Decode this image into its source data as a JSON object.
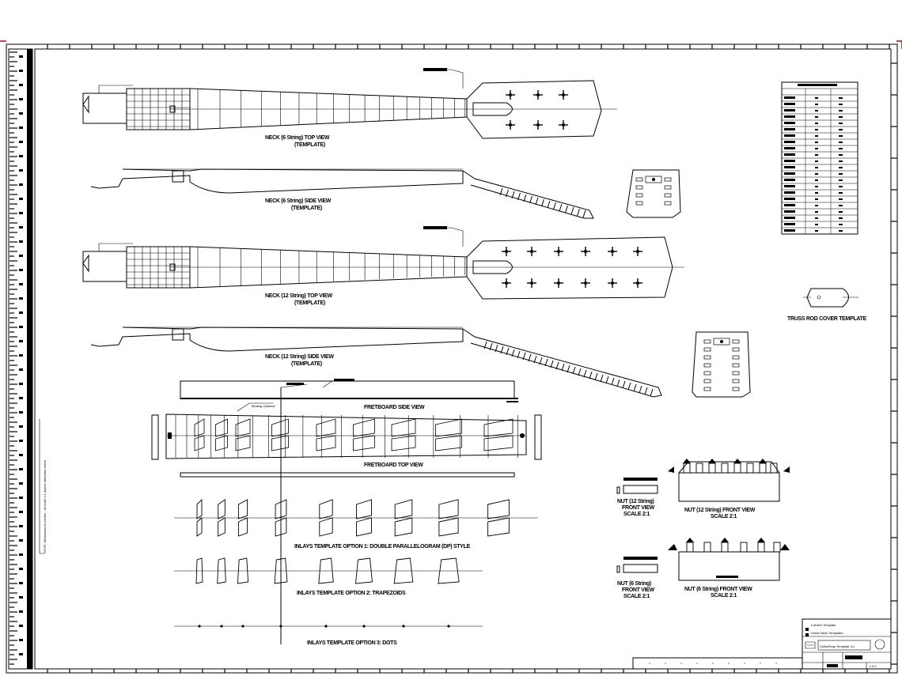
{
  "drawing": {
    "labels": {
      "neck6_top": [
        "NECK (6 String) TOP VIEW",
        "(TEMPLATE)"
      ],
      "neck6_side": [
        "NECK (6 String) SIDE VIEW",
        "(TEMPLATE)"
      ],
      "neck12_top": [
        "NECK (12 String) TOP VIEW",
        "(TEMPLATE)"
      ],
      "neck12_side": [
        "NECK (12 String) SIDE VIEW",
        "(TEMPLATE)"
      ],
      "truss_rod_cover": "TRUSS ROD COVER TEMPLATE",
      "fretboard_side": "FRETBOARD SIDE VIEW",
      "fretboard_top": "FRETBOARD TOP VIEW",
      "nut12_front": [
        "NUT (12 String)",
        "FRONT VIEW",
        "SCALE 2:1"
      ],
      "nut12_front_view": [
        "NUT (12 String) FRONT VIEW",
        "SCALE 2:1"
      ],
      "nut6_front": [
        "NUT (6 String)",
        "FRONT VIEW",
        "SCALE 2:1"
      ],
      "nut6_front_view": [
        "NUT (6 String) FRONT VIEW",
        "SCALE 2:1"
      ],
      "inlay_1": "INLAYS TEMPLATE OPTION 1: DOUBLE PARALLELOGRAM (DP) STYLE",
      "inlay_2": "INLAYS TEMPLATE OPTION 2: TRAPEZOIDS",
      "inlay_3": "INLAYS TEMPLATE OPTION 3: DOTS",
      "border_note": "NOTE: Dimensions in inches - all scale 1:1 unless otherwise noted"
    },
    "title_block": {
      "line1": "Luthiers Template",
      "line2": "Guitar Neck Templates",
      "company": "GuitarShop Template Co.",
      "sheet": "1 of 1"
    }
  }
}
